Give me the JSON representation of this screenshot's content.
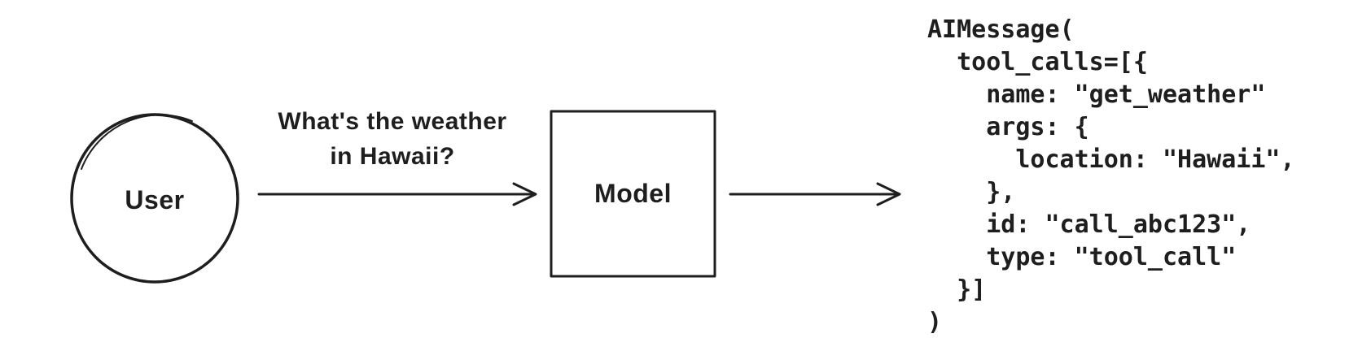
{
  "palette": {
    "ink": "#1e1e1e",
    "background": "#ffffff"
  },
  "diagram": {
    "user_node": {
      "label": "User",
      "shape": "circle"
    },
    "query_arrow": {
      "label_line1": "What's the weather",
      "label_line2": "in Hawaii?"
    },
    "model_node": {
      "label": "Model",
      "shape": "rectangle"
    },
    "output_code": {
      "lines": [
        "AIMessage(",
        "  tool_calls=[{",
        "    name: \"get_weather\"",
        "    args: {",
        "      location: \"Hawaii\",",
        "    },",
        "    id: \"call_abc123\",",
        "    type: \"tool_call\"",
        "  }]",
        ")"
      ]
    }
  }
}
